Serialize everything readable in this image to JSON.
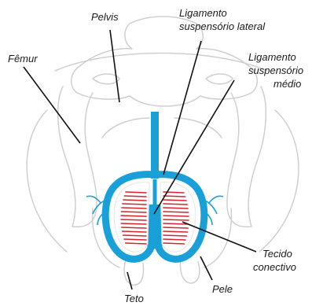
{
  "labels": {
    "pelvis": "Pelvis",
    "lateral_l1": "Ligamento",
    "lateral_l2": "suspensório lateral",
    "medial_l1": "Ligamento",
    "medial_l2": "suspensório",
    "medial_l3": "médio",
    "femur": "Fêmur",
    "tissue_l1": "Tecido",
    "tissue_l2": "conectivo",
    "skin": "Pele",
    "teat": "Teto"
  },
  "colors": {
    "ligament": "#1aa0d8",
    "tissue_stripes": "#d9232d",
    "outline": "#cfcfcf",
    "leader": "#111111"
  }
}
